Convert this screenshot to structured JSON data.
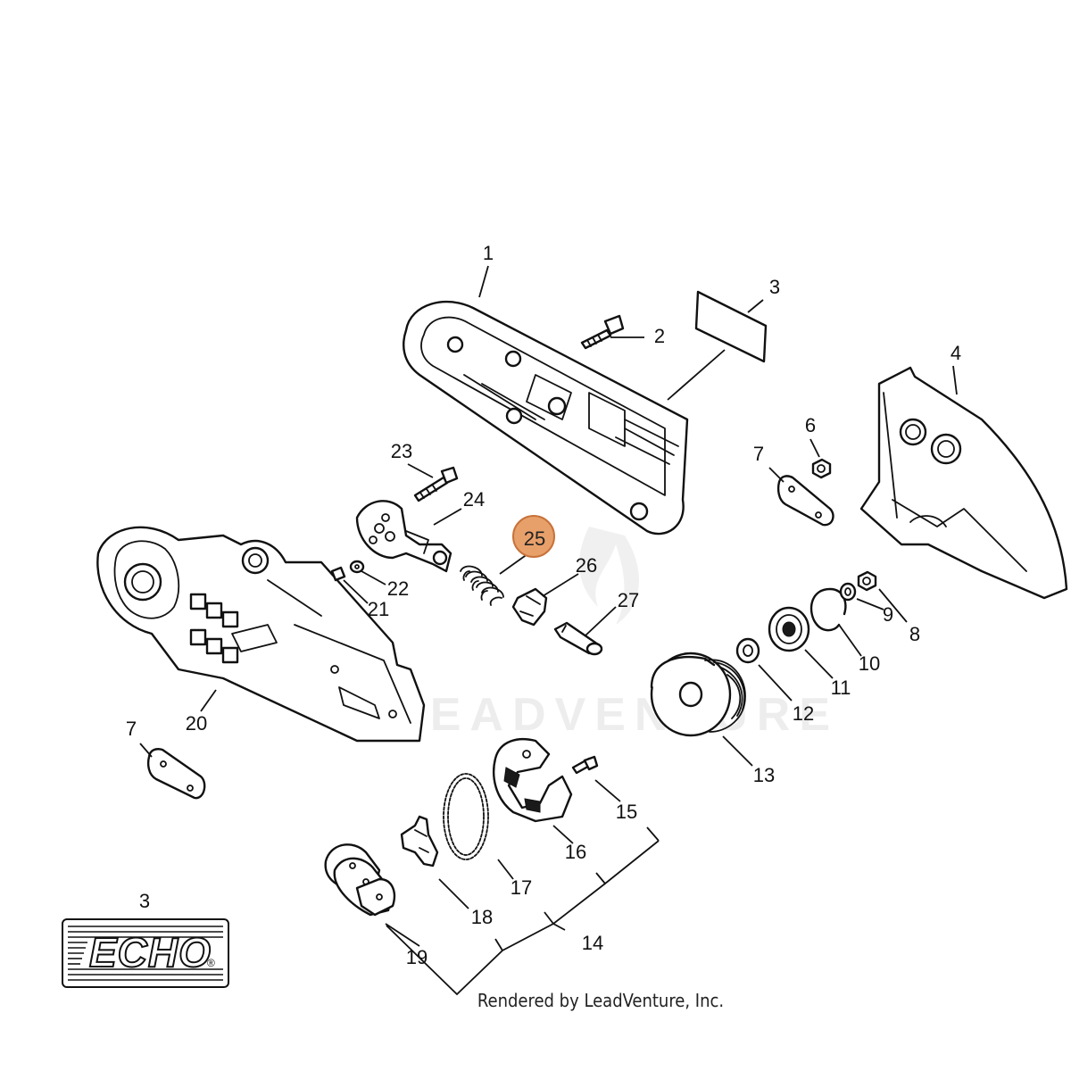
{
  "diagram": {
    "callouts": [
      "1",
      "2",
      "3",
      "4",
      "6",
      "7",
      "23",
      "24",
      "25",
      "26",
      "27",
      "22",
      "21",
      "20",
      "7",
      "8",
      "9",
      "10",
      "11",
      "12",
      "13",
      "15",
      "16",
      "17",
      "18",
      "14",
      "19",
      "3"
    ],
    "highlight": {
      "label": "25",
      "color": "#E8A06A",
      "stroke": "#C7723A"
    },
    "logo": {
      "text": "ECHO",
      "mark": "®"
    },
    "watermark": "LEADVENTURE",
    "credit": "Rendered by LeadVenture, Inc."
  }
}
